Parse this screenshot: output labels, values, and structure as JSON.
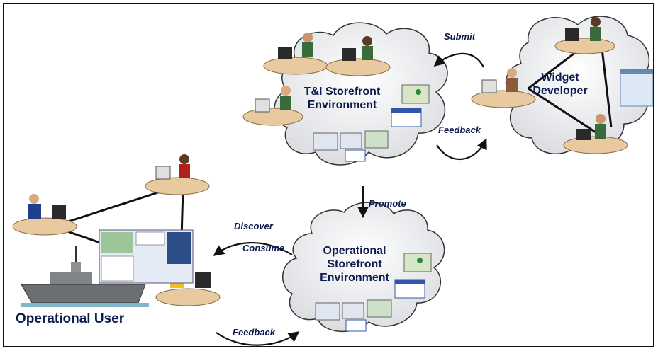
{
  "clouds": {
    "ti": [
      "T&I Storefront",
      "Environment"
    ],
    "widget": [
      "Widget",
      "Developer"
    ],
    "operational": [
      "Operational",
      "Storefront",
      "Environment"
    ]
  },
  "flows": {
    "submit": "Submit",
    "feedback_top": "Feedback",
    "promote": "Promote",
    "discover": "Discover",
    "consume": "Consume",
    "feedback_bottom": "Feedback"
  },
  "operational_user": "Operational User",
  "colors": {
    "cloud_fill": "#eeeff1",
    "cloud_stroke": "#333333",
    "text": "#0d1a4d",
    "desk": "#e8c9a0",
    "shirt_green": "#3a6b3a",
    "suit_blue": "#1f3f8a",
    "shirt_red": "#b0201a",
    "monitor": "#2a2a2a"
  },
  "icons": [
    "workstation-icon",
    "warship-icon",
    "map-widget-icon",
    "calendar-widget-icon",
    "chart-widget-icon"
  ]
}
